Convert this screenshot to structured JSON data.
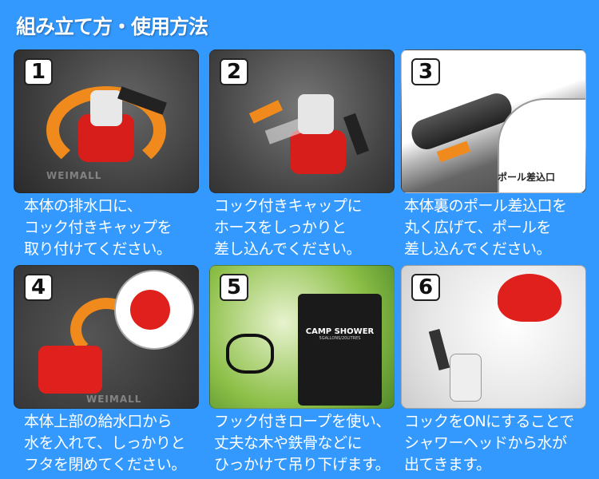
{
  "title": "組み立て方・使用方法",
  "watermark": "WEIMALL",
  "colors": {
    "background": "#3399fe",
    "accent_orange": "#f08a1c",
    "cap_red": "#e0201c"
  },
  "steps": [
    {
      "number": "1",
      "caption": "本体の排水口に、\nコック付きキャップを\n取り付けてください。"
    },
    {
      "number": "2",
      "caption": "コック付きキャップに\nホースをしっかりと\n差し込んでください。"
    },
    {
      "number": "3",
      "caption": "本体裏のポール差込口を\n丸く広げて、ポールを\n差し込んでください。",
      "label": "ポール差込口"
    },
    {
      "number": "4",
      "caption": "本体上部の給水口から\n水を入れて、しっかりと\nフタを閉めてください。"
    },
    {
      "number": "5",
      "caption": "フック付きロープを使い、\n丈夫な木や鉄骨などに\nひっかけて吊り下げます。",
      "bag_label": "CAMP SHOWER",
      "bag_sublabel": "5GALLONS/20LITRES"
    },
    {
      "number": "6",
      "caption": "コックをONにすることで\nシャワーヘッドから水が\n出てきます。"
    }
  ]
}
